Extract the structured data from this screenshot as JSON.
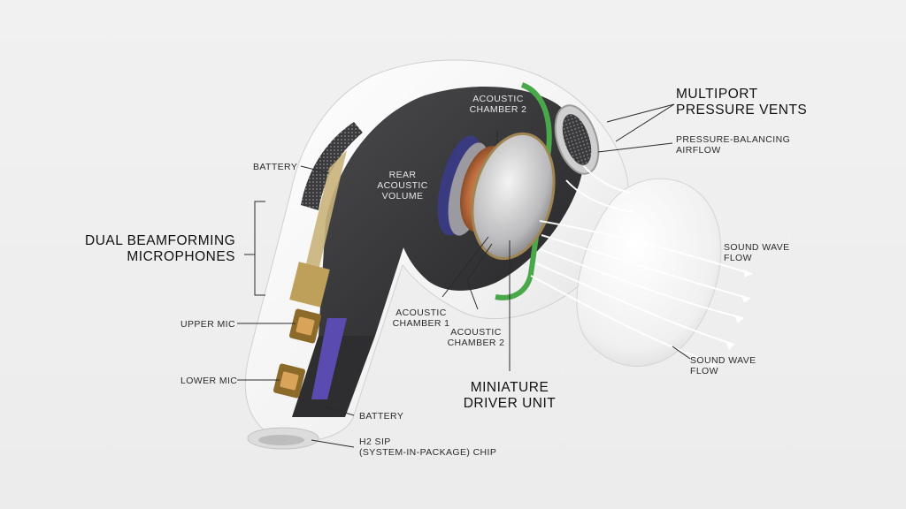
{
  "labels": {
    "battery_top": "BATTERY",
    "dual_mics": "DUAL BEAMFORMING\nMICROPHONES",
    "upper_mic": "UPPER MIC",
    "lower_mic": "LOWER MIC",
    "battery_bottom": "BATTERY",
    "h2_sip": "H2 SIP\n(SYSTEM-IN-PACKAGE) CHIP",
    "rear_acoustic_volume": "REAR\nACOUSTIC\nVOLUME",
    "acoustic_chamber_2_top": "ACOUSTIC\nCHAMBER 2",
    "acoustic_chamber_1": "ACOUSTIC\nCHAMBER 1",
    "acoustic_chamber_2_bottom": "ACOUSTIC\nCHAMBER 2",
    "miniature_driver_unit": "MINIATURE\nDRIVER UNIT",
    "multiport_pressure_vents": "MULTIPORT\nPRESSURE VENTS",
    "pressure_balancing_airflow": "PRESSURE-BALANCING\nAIRFLOW",
    "sound_wave_flow_upper": "SOUND WAVE\nFLOW",
    "sound_wave_flow_lower": "SOUND WAVE\nFLOW"
  },
  "colors": {
    "background": "#eeeeee",
    "shell": "#f7f7f7",
    "internal_dark": "#3c3c3e",
    "copper_coil": "#b8683a",
    "green_seal": "#49a84a",
    "purple_flex": "#5a4bb0"
  }
}
